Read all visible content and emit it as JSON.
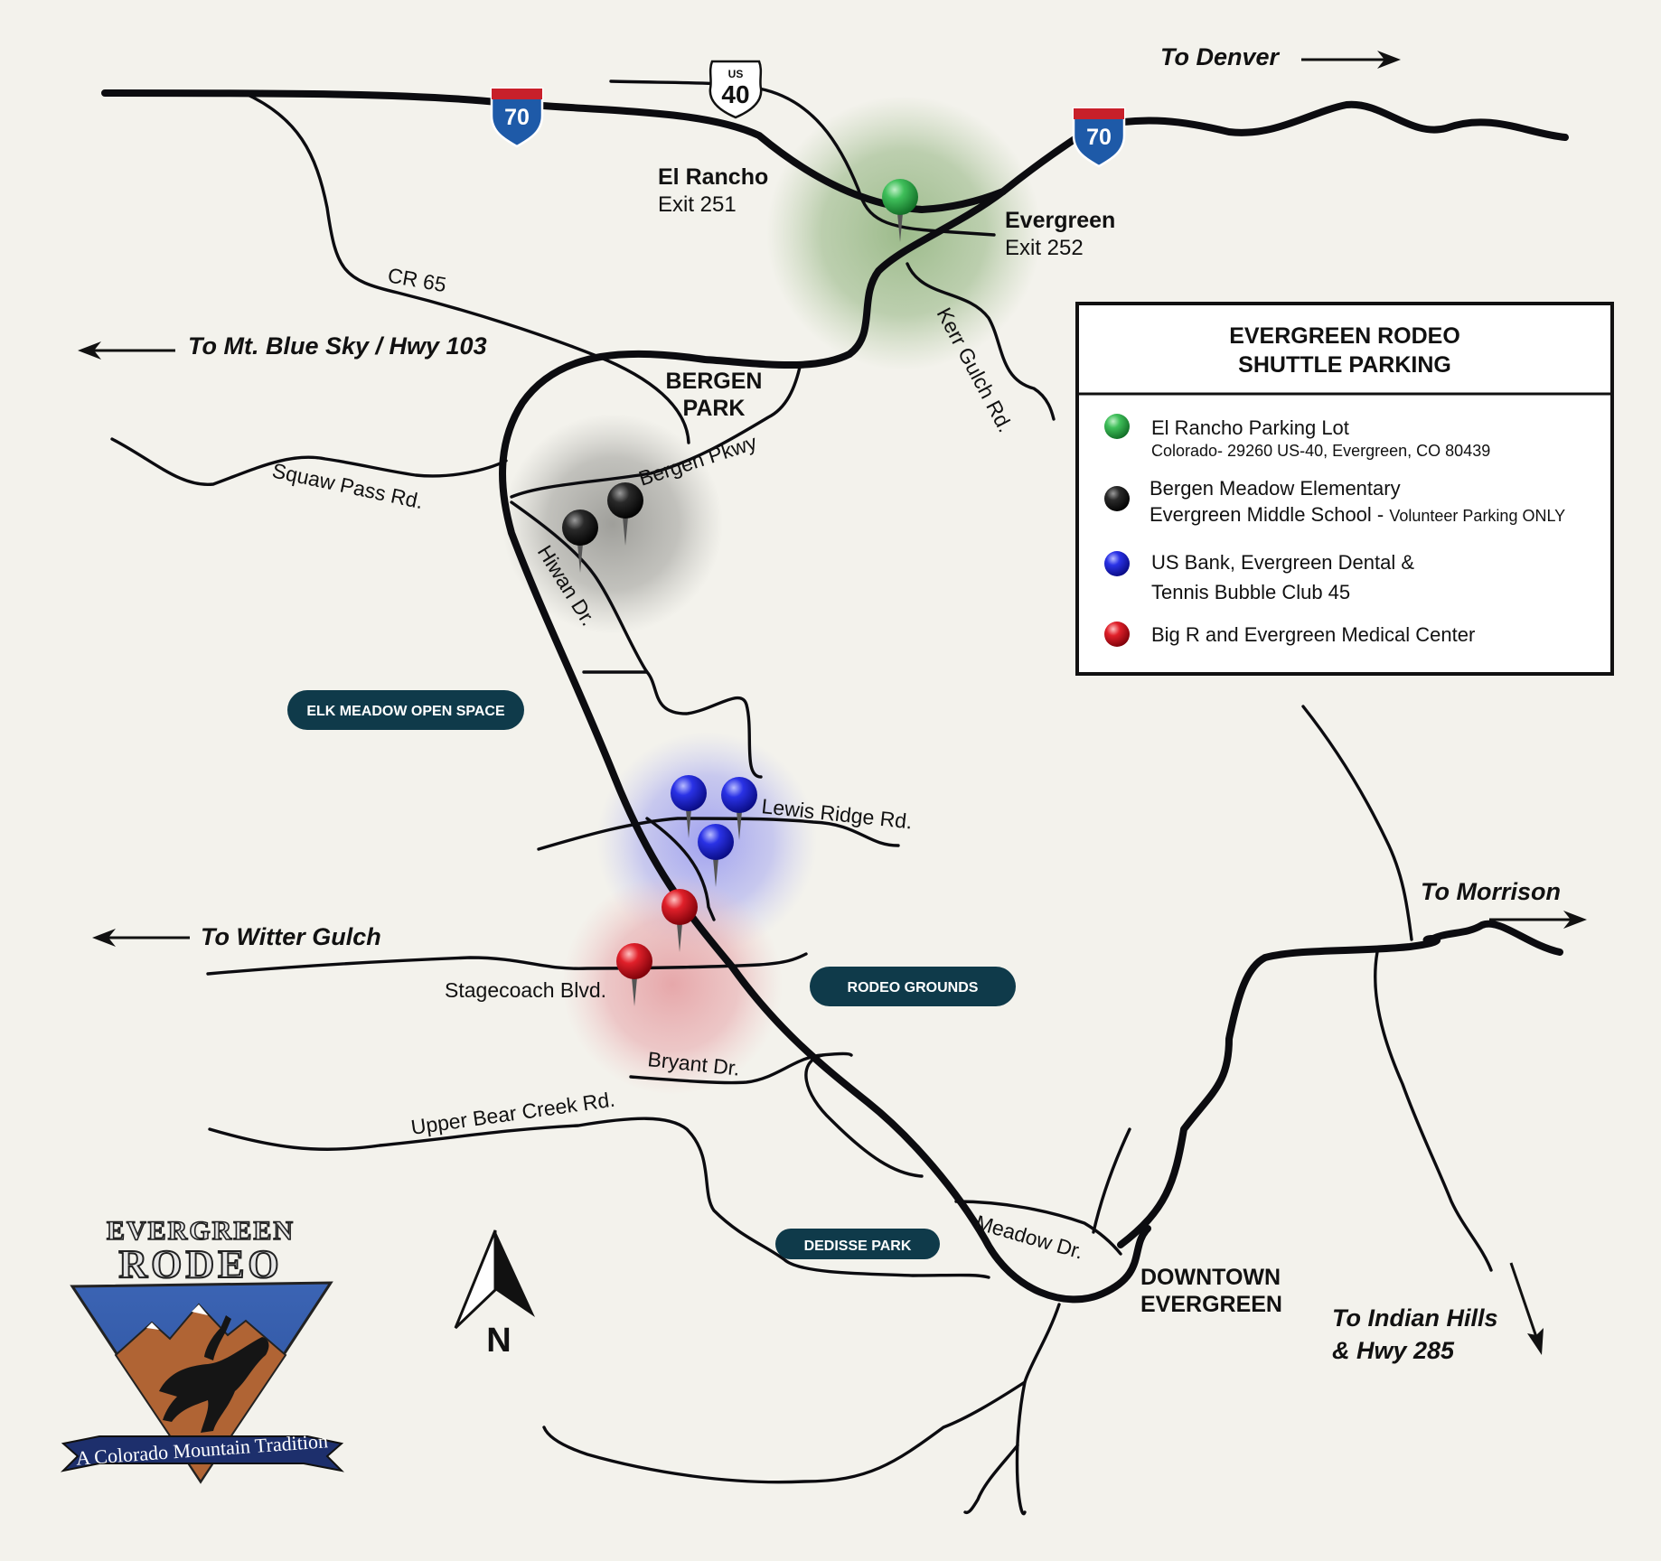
{
  "colors": {
    "background": "#f3f2ec",
    "road": "#0c0c10",
    "green_pin": "#1f9a3c",
    "black_pin": "#1a1a1a",
    "blue_pin": "#1a1ad0",
    "red_pin": "#d0141e",
    "pill_bg": "#0f3a4a",
    "interstate_blue": "#1e5aa8",
    "interstate_red": "#c8202a"
  },
  "destinations": {
    "denver": "To Denver",
    "blue_sky": "To Mt. Blue Sky / Hwy 103",
    "witter": "To Witter Gulch",
    "morrison": "To Morrison",
    "indian_hills_1": "To Indian Hills",
    "indian_hills_2": "& Hwy 285"
  },
  "highways": {
    "i70": "70",
    "us40_prefix": "US",
    "us40": "40"
  },
  "places": {
    "el_rancho_name": "El Rancho",
    "el_rancho_exit": "Exit 251",
    "evergreen_name": "Evergreen",
    "evergreen_exit": "Exit 252",
    "bergen_1": "BERGEN",
    "bergen_2": "PARK",
    "downtown_1": "DOWNTOWN",
    "downtown_2": "EVERGREEN"
  },
  "roads": {
    "cr65": "CR 65",
    "kerr": "Kerr Gulch Rd.",
    "squaw": "Squaw Pass Rd.",
    "bergen_pkwy": "Bergen Pkwy",
    "hiwan": "Hiwan Dr.",
    "lewis": "Lewis Ridge Rd.",
    "stagecoach": "Stagecoach Blvd.",
    "bryant": "Bryant Dr.",
    "upper_bear": "Upper Bear Creek Rd.",
    "meadow": "Meadow Dr."
  },
  "areas": {
    "elk_meadow": "ELK MEADOW OPEN SPACE",
    "rodeo_grounds": "RODEO GROUNDS",
    "dedisse": "DEDISSE PARK"
  },
  "legend": {
    "title_1": "EVERGREEN RODEO",
    "title_2": "SHUTTLE PARKING",
    "green_1": "El Rancho Parking Lot",
    "green_2": "Colorado- 29260 US-40, Evergreen, CO 80439",
    "black_1": "Bergen Meadow Elementary",
    "black_2a": "Evergreen Middle School - ",
    "black_2b": "Volunteer Parking ONLY",
    "blue_1": "US Bank, Evergreen Dental &",
    "blue_2": "Tennis Bubble Club 45",
    "red_1": "Big R and Evergreen Medical Center"
  },
  "compass": {
    "north": "N"
  },
  "logo": {
    "line1": "EVERGREEN",
    "line2": "RODEO",
    "banner": "A Colorado Mountain Tradition"
  }
}
